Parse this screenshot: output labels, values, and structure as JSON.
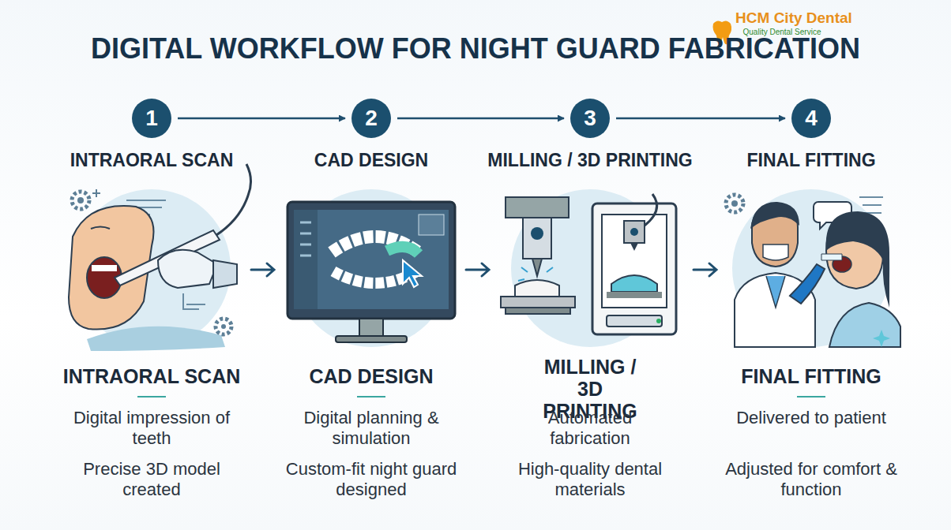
{
  "diagram": {
    "title": "DIGITAL WORKFLOW FOR NIGHT GUARD FABRICATION",
    "nodes": [
      {
        "text": [
          "1"
        ]
      },
      {
        "text": [
          "2"
        ]
      },
      {
        "text": [
          "3"
        ]
      },
      {
        "text": [
          "4"
        ]
      }
    ],
    "edges": [
      {
        "from": 0,
        "to": 1,
        "arrow": "to"
      },
      {
        "from": 1,
        "to": 2,
        "arrow": "to"
      },
      {
        "from": 2,
        "to": 3,
        "arrow": "to"
      }
    ],
    "labels": [
      "HCM City Dental",
      "Quality Dental Service",
      "INTRAORAL SCAN",
      "CAD DESIGN",
      "MILLING / 3D PRINTING",
      "FINAL FITTING",
      "INTRAORAL SCAN",
      "Digital impression of teeth",
      "Precise 3D model created",
      "CAD DESIGN",
      "Digital planning & simulation",
      "Custom-fit night guard designed",
      "MILLING / 3D PRINTING",
      "Automated fabrication",
      "High-quality dental materials",
      "FINAL FITTING",
      "Delivered to patient",
      "Adjusted for comfort & function"
    ]
  }
}
